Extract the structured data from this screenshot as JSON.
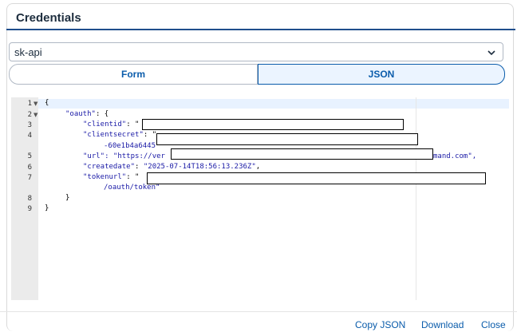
{
  "dialog": {
    "title": "Credentials"
  },
  "service_key_select": {
    "value": "sk-api"
  },
  "view_toggle": {
    "form_label": "Form",
    "json_label": "JSON",
    "selected": "JSON"
  },
  "editor": {
    "line_numbers": [
      "1",
      "2",
      "3",
      "4",
      "",
      "5",
      "6",
      "7",
      "",
      "8",
      "9"
    ],
    "lines": {
      "l1": "{",
      "l2_key": "\"oauth\"",
      "l2_rest": ": {",
      "l3_key": "\"clientid\"",
      "l3_rest": ": \"",
      "l4_key": "\"clientsecret\"",
      "l4_rest": ": \"",
      "l4b": "-60e1b4a6445",
      "l5_key": "\"url\"",
      "l5_rest": ": \"https://ver",
      "l5_tail": "mand.com\",",
      "l6_key": "\"createdate\"",
      "l6_rest": ": ",
      "l6_val": "\"2025-07-14T18:56:13.236Z\"",
      "l6_comma": ",",
      "l7_key": "\"tokenurl\"",
      "l7_rest": ": \"",
      "l7b": "/oauth/token\"",
      "l8": "}",
      "l9": "}"
    }
  },
  "footer": {
    "copy_json": "Copy JSON",
    "download": "Download",
    "close": "Close"
  },
  "colors": {
    "accent": "#0a5cab",
    "header_rule": "#1f4e8c"
  }
}
